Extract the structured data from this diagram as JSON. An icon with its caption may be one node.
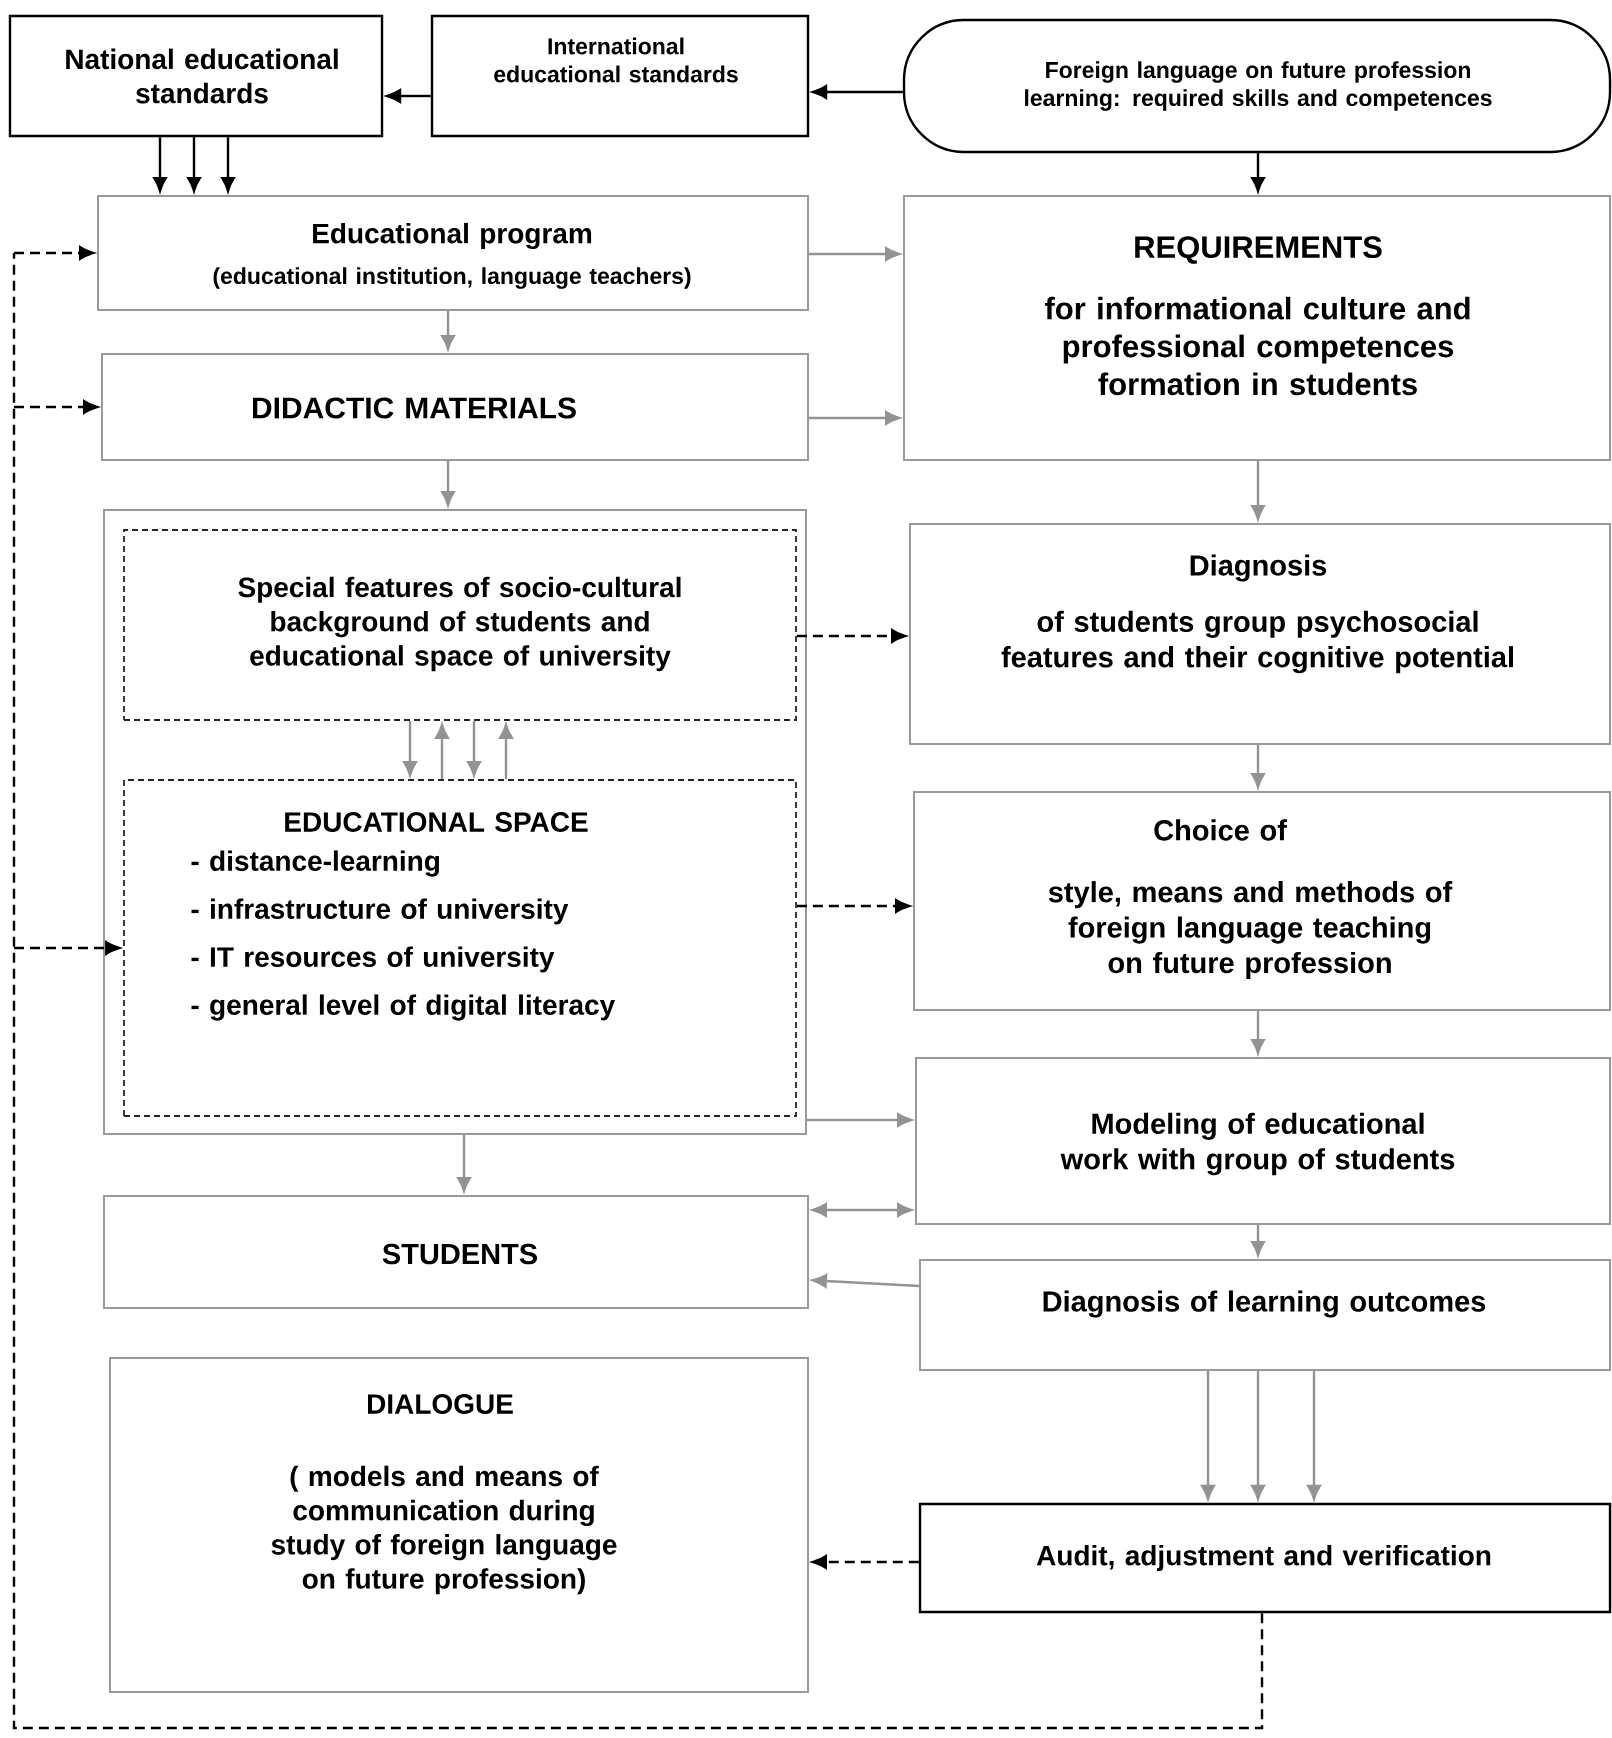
{
  "diagram": {
    "nodes": [
      {
        "text": [
          "National educational standards"
        ]
      },
      {
        "text": [
          "International educational standards"
        ]
      },
      {
        "text": [
          "Foreign language on future profession learning: required skills and competences"
        ]
      },
      {
        "text": [
          "Educational program",
          "(educational institution, language teachers)"
        ]
      },
      {
        "text": [
          "REQUIREMENTS",
          "for informational culture and professional competences formation in students"
        ]
      },
      {
        "text": [
          "DIDACTIC MATERIALS"
        ]
      },
      {
        "text": [],
        "shape": "box"
      },
      {
        "text": [
          "Special features of socio-cultural background of students and educational space of university"
        ],
        "in": 6
      },
      {
        "text": [
          "EDUCATIONAL SPACE",
          "- distance-learning",
          "- infrastructure of university",
          "- IT resources of university",
          "- general level of digital literacy"
        ],
        "in": 6
      },
      {
        "text": [
          "Diagnosis",
          "of students group psychosocial features and their cognitive potential"
        ]
      },
      {
        "text": [
          "Choice of",
          "style, means and methods of foreign language teaching on future profession"
        ]
      },
      {
        "text": [
          "Modeling of educational work with group of students"
        ]
      },
      {
        "text": [
          "STUDENTS"
        ]
      },
      {
        "text": [
          "Diagnosis of learning outcomes"
        ]
      },
      {
        "text": [
          "DIALOGUE",
          "( models and means of communication during study of foreign language on future profession)"
        ]
      },
      {
        "text": [
          "Audit, adjustment and verification"
        ]
      }
    ],
    "edges": [
      {
        "from": 1,
        "to": 0,
        "arrow": "to",
        "color": "#000000"
      },
      {
        "from": 2,
        "to": 1,
        "arrow": "to",
        "color": "#000000"
      },
      {
        "from": 0,
        "to": 3,
        "arrow": "to",
        "color": "#000000"
      },
      {
        "from": 0,
        "to": 3,
        "arrow": "to",
        "color": "#000000"
      },
      {
        "from": 0,
        "to": 3,
        "arrow": "to",
        "color": "#000000"
      },
      {
        "from": 2,
        "to": 4,
        "arrow": "to",
        "color": "#000000"
      },
      {
        "from": 3,
        "to": 4,
        "arrow": "to"
      },
      {
        "from": 3,
        "to": 5,
        "arrow": "to"
      },
      {
        "from": 5,
        "to": 4,
        "arrow": "to"
      },
      {
        "from": 5,
        "to": 6,
        "arrow": "to"
      },
      {
        "from": 7,
        "to": 8,
        "arrow": "to"
      },
      {
        "from": 8,
        "to": 7,
        "arrow": "to"
      },
      {
        "from": 7,
        "to": 8,
        "arrow": "to"
      },
      {
        "from": 8,
        "to": 7,
        "arrow": "to"
      },
      {
        "from": 7,
        "to": 9,
        "arrow": "to",
        "style": "dashed",
        "color": "#000000"
      },
      {
        "from": 8,
        "to": 10,
        "arrow": "to",
        "style": "dashed",
        "color": "#000000"
      },
      {
        "from": 4,
        "to": 9,
        "arrow": "to"
      },
      {
        "from": 9,
        "to": 10,
        "arrow": "to"
      },
      {
        "from": 10,
        "to": 11,
        "arrow": "to"
      },
      {
        "from": 6,
        "to": 11,
        "arrow": "to"
      },
      {
        "from": 6,
        "to": 12,
        "arrow": "to"
      },
      {
        "from": 12,
        "to": 11,
        "arrow": "both"
      },
      {
        "from": 13,
        "to": 12,
        "arrow": "to"
      },
      {
        "from": 11,
        "to": 13,
        "arrow": "to"
      },
      {
        "from": 13,
        "to": 15,
        "arrow": "to"
      },
      {
        "from": 13,
        "to": 15,
        "arrow": "to"
      },
      {
        "from": 13,
        "to": 15,
        "arrow": "to"
      },
      {
        "from": 15,
        "to": 14,
        "arrow": "to",
        "style": "dashed",
        "color": "#000000"
      },
      {
        "from": 15,
        "to": 3,
        "arrow": "to",
        "style": "dashed",
        "color": "#000000"
      },
      {
        "from": 15,
        "to": 5,
        "arrow": "to",
        "style": "dashed",
        "color": "#000000"
      },
      {
        "from": 15,
        "to": 8,
        "arrow": "to",
        "style": "dashed",
        "color": "#000000"
      }
    ]
  }
}
